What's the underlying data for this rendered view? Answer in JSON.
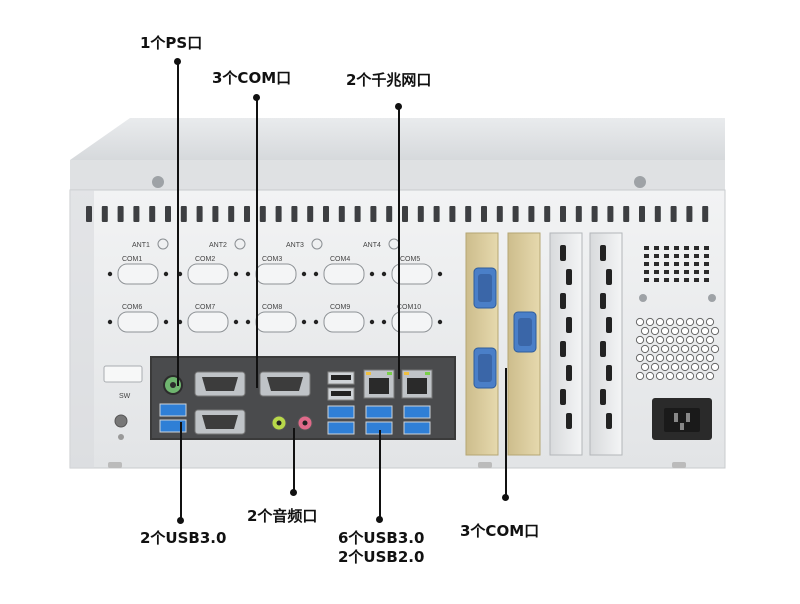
{
  "callouts": {
    "ps": "1个PS口",
    "com_top": "3个COM口",
    "lan": "2个千兆网口",
    "usb_left": "2个USB3.0",
    "audio": "2个音频口",
    "usb_mid_1": "6个USB3.0",
    "usb_mid_2": "2个USB2.0",
    "com_right": "3个COM口"
  },
  "silkscreen": {
    "ant": [
      "ANT1",
      "ANT2",
      "ANT3",
      "ANT4"
    ],
    "com_row1": [
      "COM1",
      "COM2",
      "COM3",
      "COM4",
      "COM5"
    ],
    "com_row2": [
      "COM6",
      "COM7",
      "COM8",
      "COM9",
      "COM10"
    ],
    "sw": "SW"
  },
  "colors": {
    "chassis": "#e6e8ea",
    "chassis_shadow": "#c9ccd0",
    "io_panel": "#2a2a2a",
    "usb3_blue": "#2f7fd6",
    "ps2_green": "#6fb56f",
    "audio_green": "#b8d84a",
    "audio_pink": "#e06a8a",
    "db9_blue": "#4a7fc8",
    "slot_gold": "#d9c796",
    "label_text": "#111111"
  }
}
